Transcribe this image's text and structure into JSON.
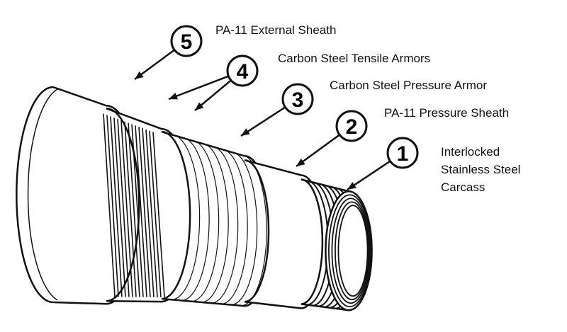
{
  "diagram": {
    "callouts": [
      {
        "number": "5",
        "label_lines": [
          "PA-11 External Sheath"
        ]
      },
      {
        "number": "4",
        "label_lines": [
          "Carbon Steel Tensile Armors"
        ]
      },
      {
        "number": "3",
        "label_lines": [
          "Carbon Steel Pressure Armor"
        ]
      },
      {
        "number": "2",
        "label_lines": [
          "PA-11 Pressure Sheath"
        ]
      },
      {
        "number": "1",
        "label_lines": [
          "Interlocked",
          "Stainless Steel",
          "Carcass"
        ]
      }
    ]
  }
}
